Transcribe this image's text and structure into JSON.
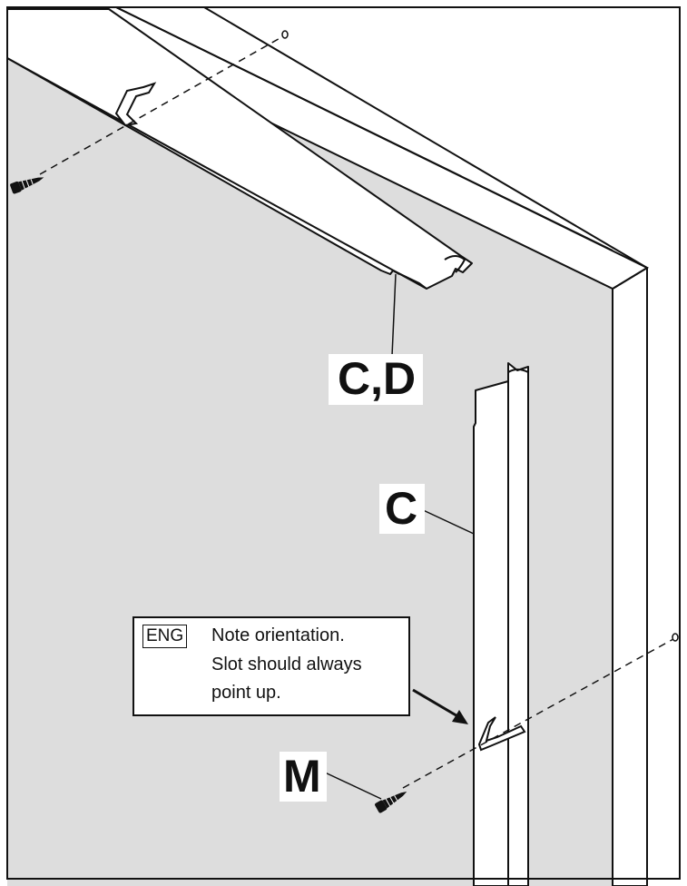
{
  "labels": {
    "part_cd": "C,D",
    "part_c": "C",
    "part_m": "M"
  },
  "note": {
    "language_tag": "ENG",
    "lines": [
      "Note orientation.",
      "Slot should always",
      "point up."
    ]
  },
  "colors": {
    "panel_gray": "#dddddd",
    "line": "#111111",
    "background": "#ffffff"
  },
  "icons": {
    "top_screw": "screw-icon",
    "bottom_screw": "screw-icon",
    "top_clip": "clip-slot-icon",
    "bottom_clip": "clip-slot-icon",
    "note_arrow": "arrow-icon"
  }
}
